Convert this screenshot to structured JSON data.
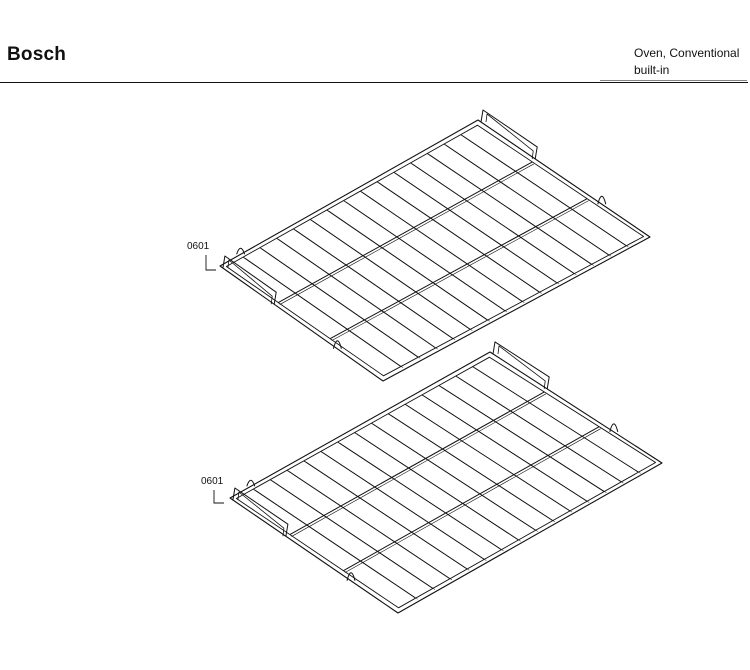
{
  "header": {
    "brand": "Bosch",
    "product_line1": "Oven, Conventional",
    "product_line2": "built-in"
  },
  "parts": [
    {
      "number": "0601"
    },
    {
      "number": "0601"
    }
  ],
  "colors": {
    "ink": "#111111",
    "background": "#ffffff"
  }
}
